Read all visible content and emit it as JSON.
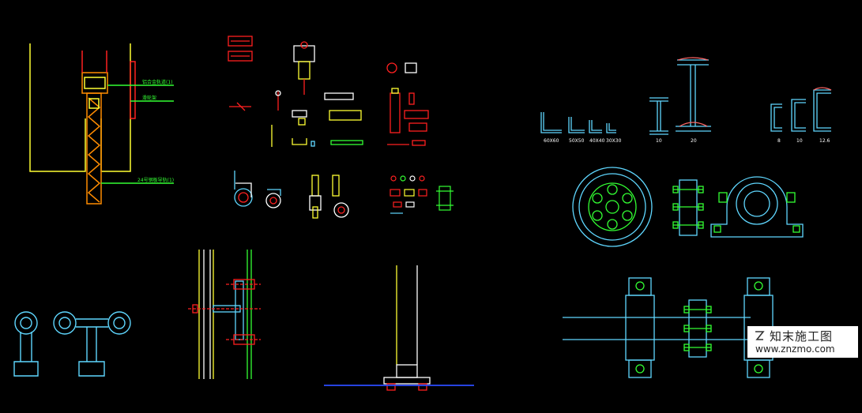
{
  "drawing": {
    "background": "#000000",
    "palette": {
      "red": "#ff2020",
      "yellow": "#ffff33",
      "green": "#33ff33",
      "cyan": "#5fd7ff",
      "white": "#ffffff",
      "magenta": "#ff33ff",
      "blue": "#2b4bff"
    },
    "labels": {
      "left_detail_1": "铝合金轨道(1)",
      "left_detail_2": "滑轮架",
      "left_detail_3": "24号钢板导轨(1)",
      "angle_sizes": [
        "60X60",
        "50X50",
        "40X40",
        "30X30"
      ],
      "ibeam_sizes": [
        "10",
        "20"
      ],
      "channel_sizes": [
        "8",
        "10",
        "12.6"
      ]
    }
  },
  "watermark": {
    "title": "知末施工图",
    "url": "www.znzmo.com",
    "logo_icon": "znzmo-logo-icon"
  }
}
